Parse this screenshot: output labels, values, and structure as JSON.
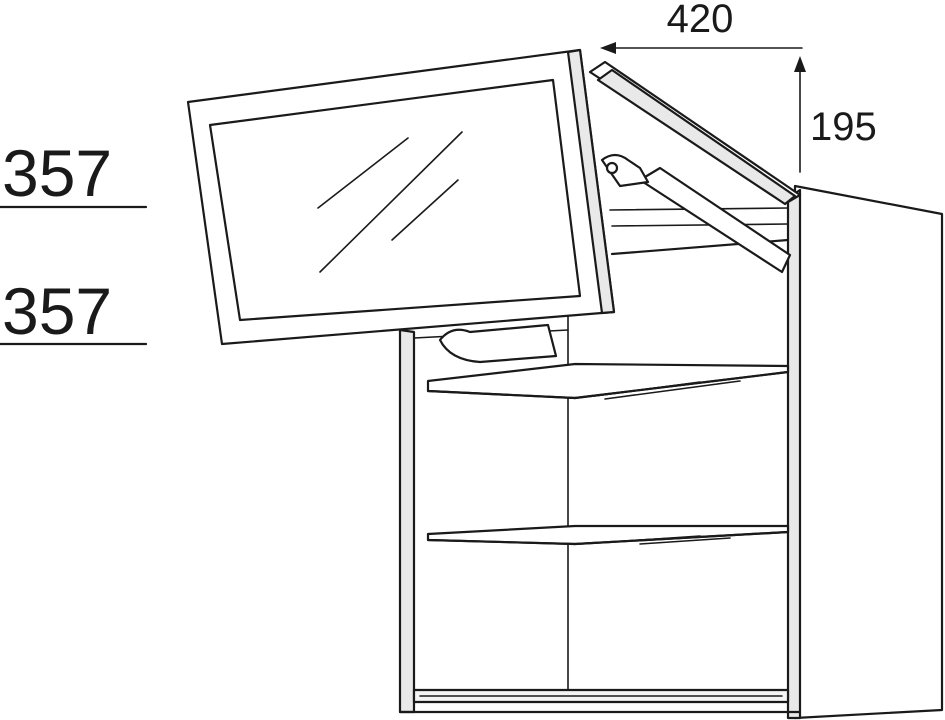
{
  "dimensions": {
    "width": "420",
    "height": "195",
    "module_top": "357",
    "module_bottom": "357"
  },
  "colors": {
    "line": "#1a1a1a",
    "background": "#ffffff",
    "panel": "#e9e9e9"
  }
}
